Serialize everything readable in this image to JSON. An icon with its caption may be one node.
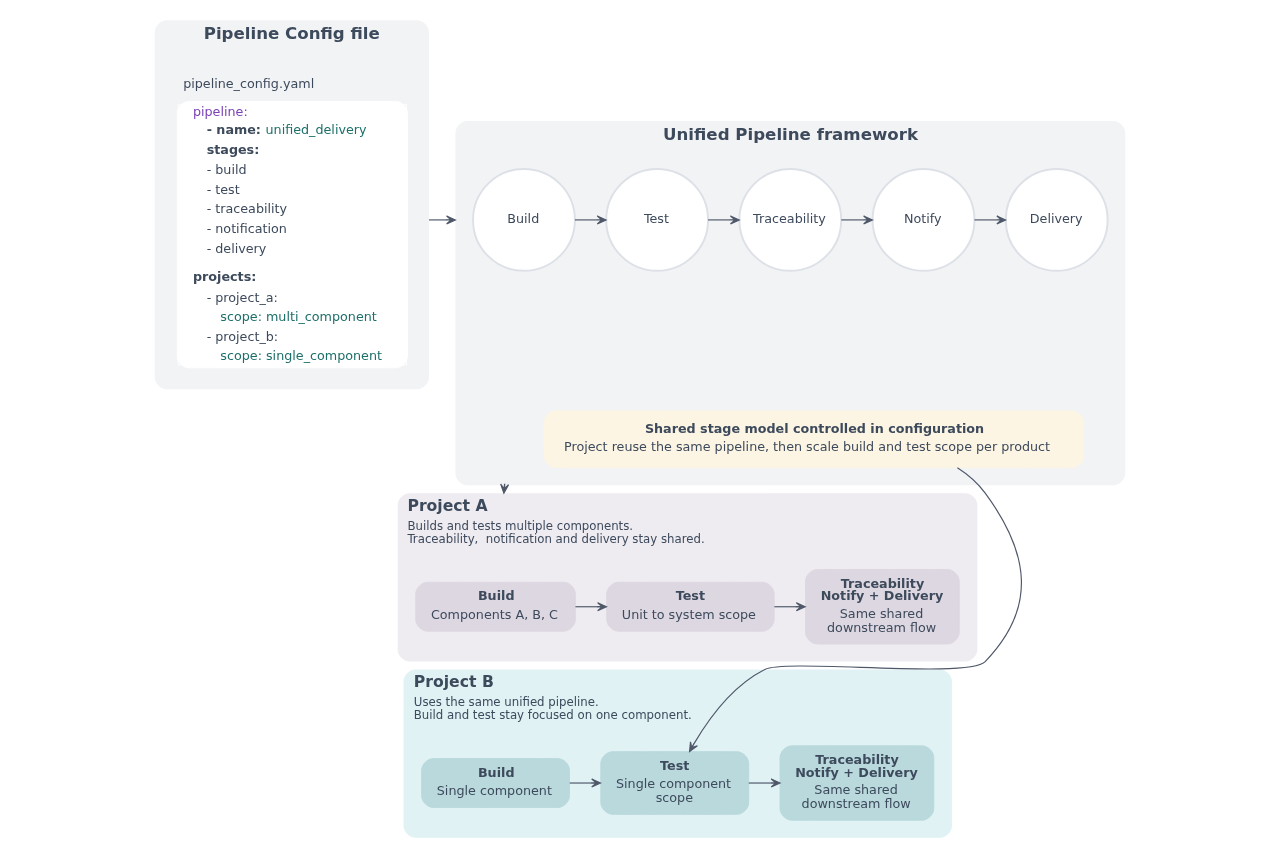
{
  "diagram": {
    "nodes": [
      {
        "text": [
          "Pipeline Config file"
        ]
      },
      {
        "text": [
          "pipeline_config.yaml",
          "pipeline:",
          "- name: unified_delivery",
          "stages:",
          "- build",
          "- test",
          "- traceability",
          "- notification",
          "- delivery",
          "projects:",
          "- project_a:",
          "scope: multi_component",
          "- project_b:",
          "scope: single_component"
        ],
        "in": 0
      },
      {
        "text": [
          "Unified Pipeline framework"
        ]
      },
      {
        "text": [
          "Build"
        ],
        "in": 2
      },
      {
        "text": [
          "Test"
        ],
        "in": 2
      },
      {
        "text": [
          "Traceability"
        ],
        "in": 2
      },
      {
        "text": [
          "Notify"
        ],
        "in": 2
      },
      {
        "text": [
          "Delivery"
        ],
        "in": 2
      },
      {
        "text": [
          "Shared stage model controlled in configuration",
          "Project reuse the same pipeline, then scale build and test scope per product"
        ],
        "in": 2
      },
      {
        "text": [
          "Project A",
          "Builds and tests multiple components. Traceability,  notification and delivery stay shared."
        ]
      },
      {
        "text": [
          "Build",
          "Components A, B, C"
        ],
        "in": 9
      },
      {
        "text": [
          "Test",
          "Unit to system scope"
        ],
        "in": 9
      },
      {
        "text": [
          "Traceability Notify + Delivery",
          "Same shared downstream flow"
        ],
        "in": 9
      },
      {
        "text": [
          "Project B",
          "Uses the same unified pipeline. Build and test stay focused on one component."
        ]
      },
      {
        "text": [
          "Build",
          "Single component"
        ],
        "in": 13
      },
      {
        "text": [
          "Test",
          "Single component scope"
        ],
        "in": 13
      },
      {
        "text": [
          "Traceability Notify + Delivery",
          "Same shared downstream flow"
        ],
        "in": 13
      }
    ],
    "edges": [
      {
        "from": 0,
        "to": 2,
        "arrow": "to"
      },
      {
        "from": 3,
        "to": 4,
        "arrow": "to"
      },
      {
        "from": 4,
        "to": 5,
        "arrow": "to"
      },
      {
        "from": 5,
        "to": 6,
        "arrow": "to"
      },
      {
        "from": 6,
        "to": 7,
        "arrow": "to"
      },
      {
        "from": 2,
        "to": 9,
        "arrow": "to"
      },
      {
        "from": 8,
        "to": 15,
        "arrow": "to"
      },
      {
        "from": 10,
        "to": 11,
        "arrow": "to"
      },
      {
        "from": 11,
        "to": 12,
        "arrow": "to"
      },
      {
        "from": 14,
        "to": 15,
        "arrow": "to"
      },
      {
        "from": 15,
        "to": 16,
        "arrow": "to"
      }
    ]
  }
}
